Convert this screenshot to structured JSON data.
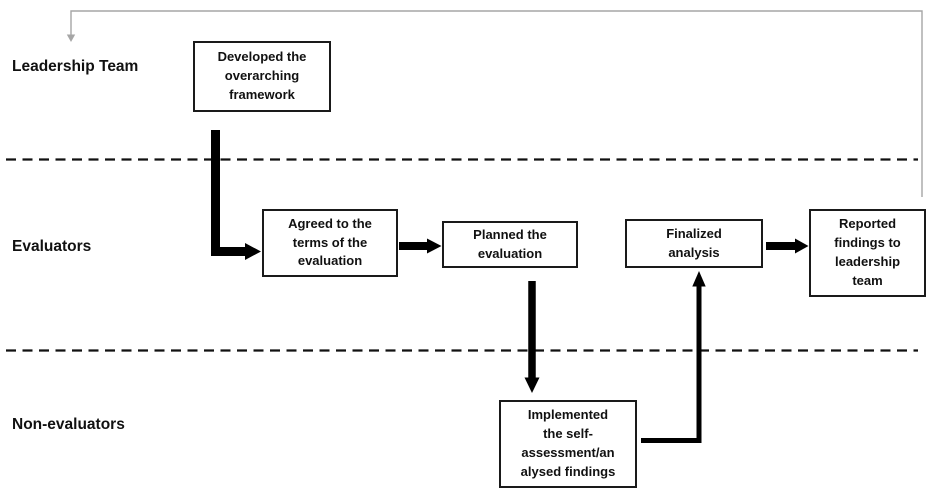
{
  "figure": {
    "type": "swimlane-flowchart",
    "lanes": [
      {
        "id": "leadership-team",
        "label": "Leadership Team"
      },
      {
        "id": "evaluators",
        "label": "Evaluators"
      },
      {
        "id": "non-evaluators",
        "label": "Non-evaluators"
      }
    ],
    "boxes": [
      {
        "id": "developed-framework",
        "lane": "leadership-team",
        "label": "Developed the\noverarching\nframework"
      },
      {
        "id": "agreed-terms",
        "lane": "evaluators",
        "label": "Agreed to the\nterms of the\nevaluation"
      },
      {
        "id": "planned-evaluation",
        "lane": "evaluators",
        "label": "Planned the\nevaluation"
      },
      {
        "id": "finalized-analysis",
        "lane": "evaluators",
        "label": "Finalized\nanalysis"
      },
      {
        "id": "reported-findings",
        "lane": "evaluators",
        "label": "Reported\nfindings to\nleadership\nteam"
      },
      {
        "id": "implemented-self-assessment",
        "lane": "non-evaluators",
        "label": "Implemented\nthe self-\nassessment/an\nalysed findings"
      }
    ],
    "connections": [
      {
        "from": "developed-framework",
        "to": "agreed-terms",
        "style": "thick-black-elbow"
      },
      {
        "from": "agreed-terms",
        "to": "planned-evaluation",
        "style": "thick-black"
      },
      {
        "from": "planned-evaluation",
        "to": "implemented-self-assessment",
        "style": "thick-black"
      },
      {
        "from": "implemented-self-assessment",
        "to": "finalized-analysis",
        "style": "black-elbow"
      },
      {
        "from": "finalized-analysis",
        "to": "reported-findings",
        "style": "thick-black"
      },
      {
        "from": "reported-findings",
        "to": "leadership-team-lane",
        "style": "thin-gray-feedback"
      }
    ],
    "colors": {
      "arrow": "#000000",
      "feedback_line": "#a6a6a6",
      "box_border": "#1a1a1a",
      "box_fill": "#ffffff",
      "lane_divider": "#111111",
      "text": "#111111",
      "background": "#ffffff"
    }
  }
}
